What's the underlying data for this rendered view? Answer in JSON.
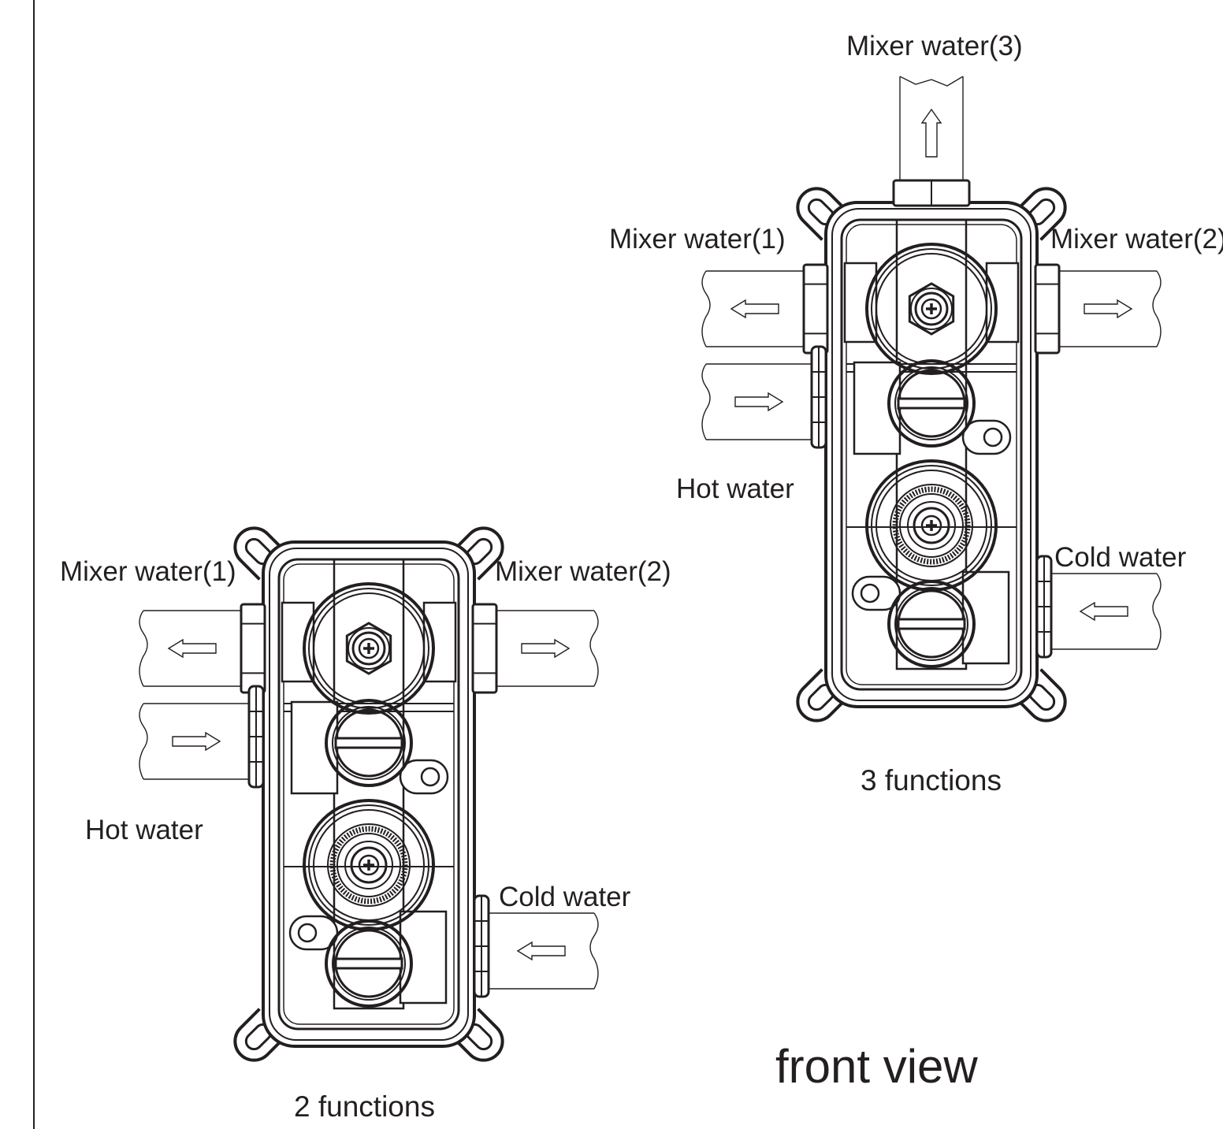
{
  "two_functions": {
    "mixer_water_1": "Mixer water(1)",
    "mixer_water_2": "Mixer water(2)",
    "hot_water": "Hot water",
    "cold_water": "Cold water",
    "caption": "2 functions"
  },
  "three_functions": {
    "mixer_water_1": "Mixer water(1)",
    "mixer_water_2": "Mixer water(2)",
    "mixer_water_3": "Mixer water(3)",
    "hot_water": "Hot water",
    "cold_water": "Cold water",
    "caption": "3 functions"
  },
  "view_title": "front view",
  "colors": {
    "line": "#231f20",
    "background": "#ffffff"
  }
}
